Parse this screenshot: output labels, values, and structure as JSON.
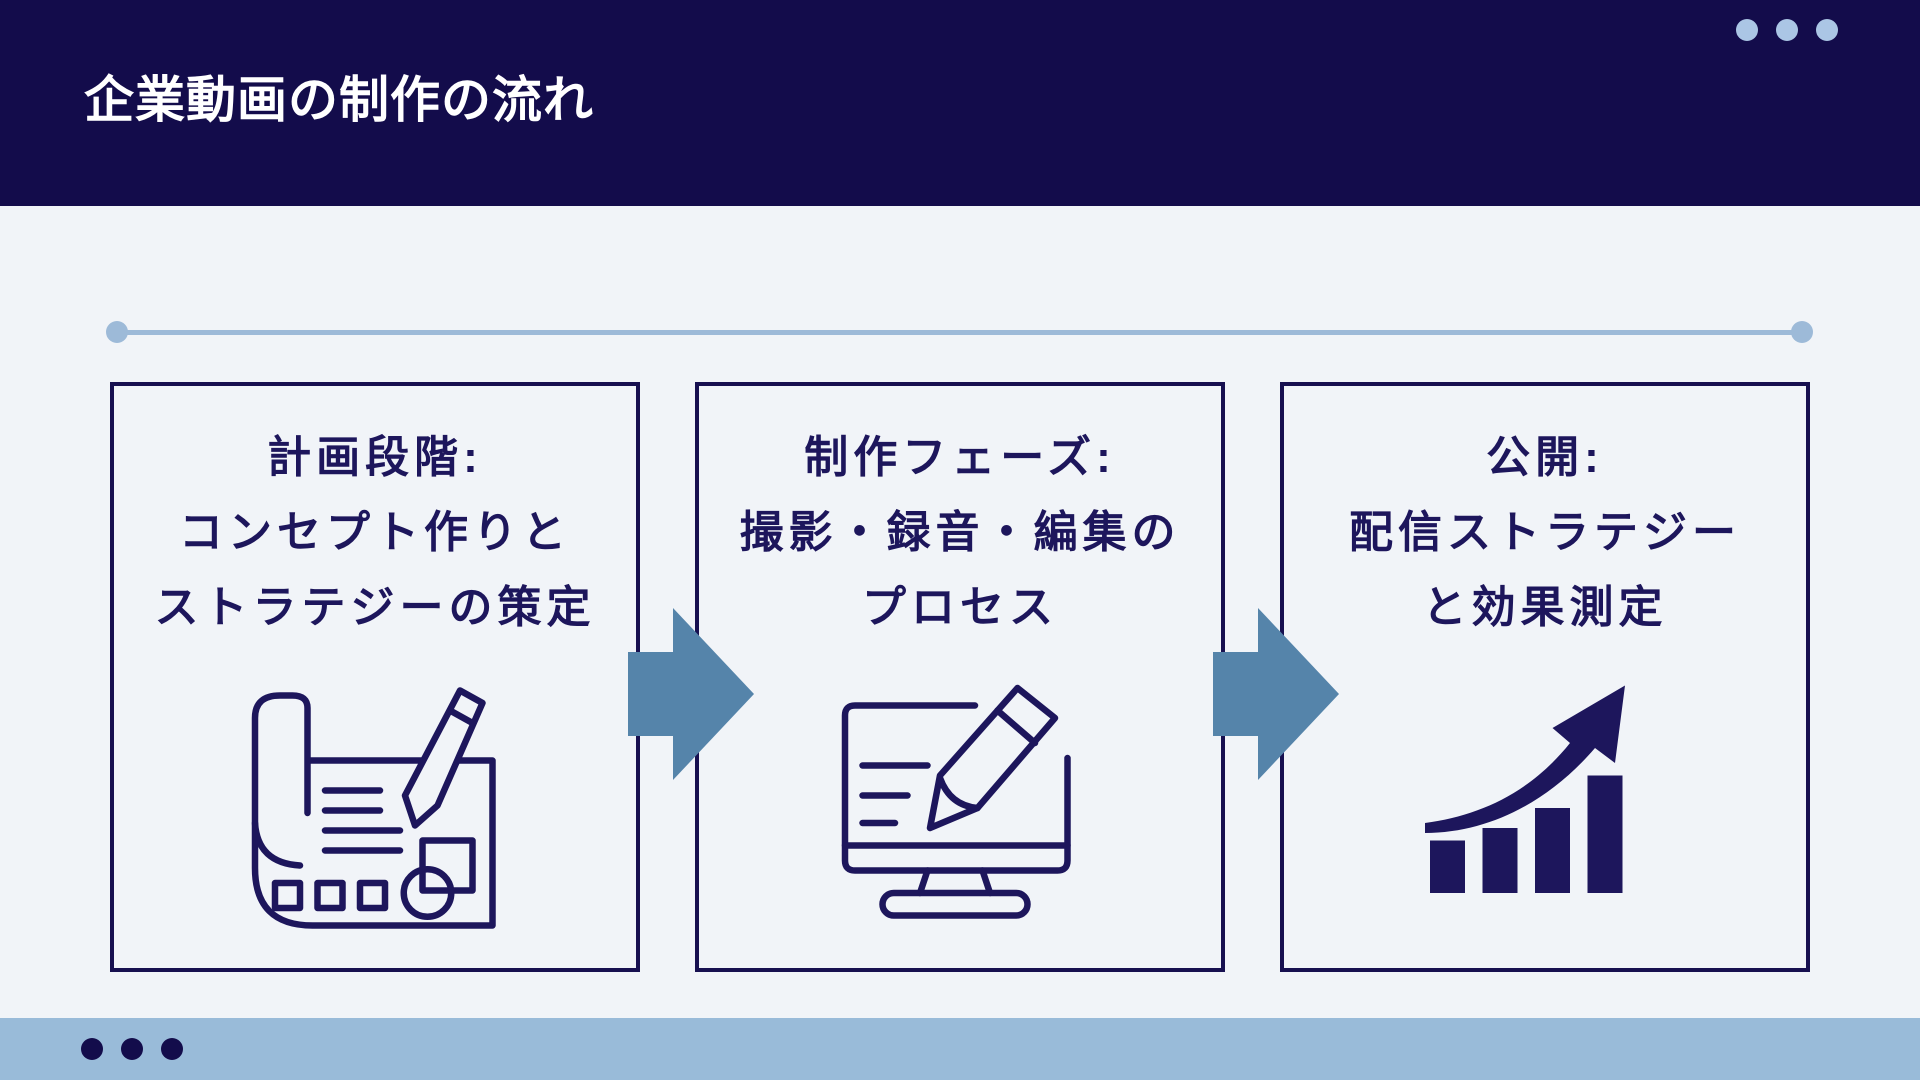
{
  "slide": {
    "header": {
      "title": "企業動画の制作の流れ",
      "dots_icon": "window-dots",
      "dots_count": 3
    },
    "steps": [
      {
        "lines": [
          "計画段階:",
          "コンセプト作りと",
          "ストラテジーの策定"
        ],
        "icon": "blueprint-pencil-icon"
      },
      {
        "lines": [
          "制作フェーズ:",
          "撮影・録音・編集の",
          "プロセス"
        ],
        "icon": "monitor-pencil-icon"
      },
      {
        "lines": [
          "公開:",
          "配信ストラテジー",
          "と効果測定"
        ],
        "icon": "growth-chart-icon"
      }
    ],
    "connector_icon": "arrow-right-icon",
    "colors": {
      "header_bg": "#130c4b",
      "page_bg": "#f1f4f8",
      "text_navy": "#1d165c",
      "box_border": "#171050",
      "arrow_blue": "#5584aa",
      "divider_blue": "#9dbad8",
      "header_dots": "#abc6e5",
      "footer_bar": "#99bbd9",
      "footer_dots": "#130c4b"
    }
  }
}
